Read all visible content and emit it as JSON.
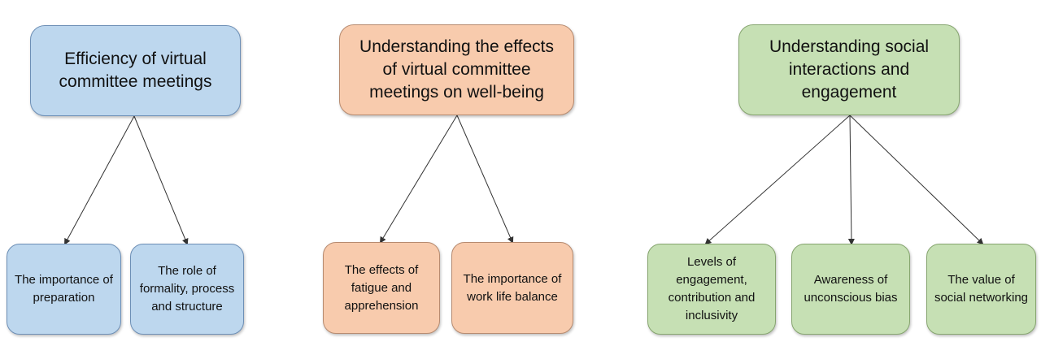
{
  "colors": {
    "blue": "#bdd7ee",
    "orange": "#f8cbad",
    "green": "#c6e0b4",
    "connector": "#333333"
  },
  "groups": [
    {
      "title": "Efficiency of virtual committee meetings",
      "children": [
        "The importance of preparation",
        "The role of formality, process and structure"
      ]
    },
    {
      "title": "Understanding the effects of virtual committee meetings on well-being",
      "children": [
        "The effects of fatigue and apprehension",
        "The importance of work life balance"
      ]
    },
    {
      "title": "Understanding social interactions and engagement",
      "children": [
        "Levels of engagement, contribution and inclusivity",
        "Awareness of unconscious bias",
        "The value of social networking"
      ]
    }
  ]
}
